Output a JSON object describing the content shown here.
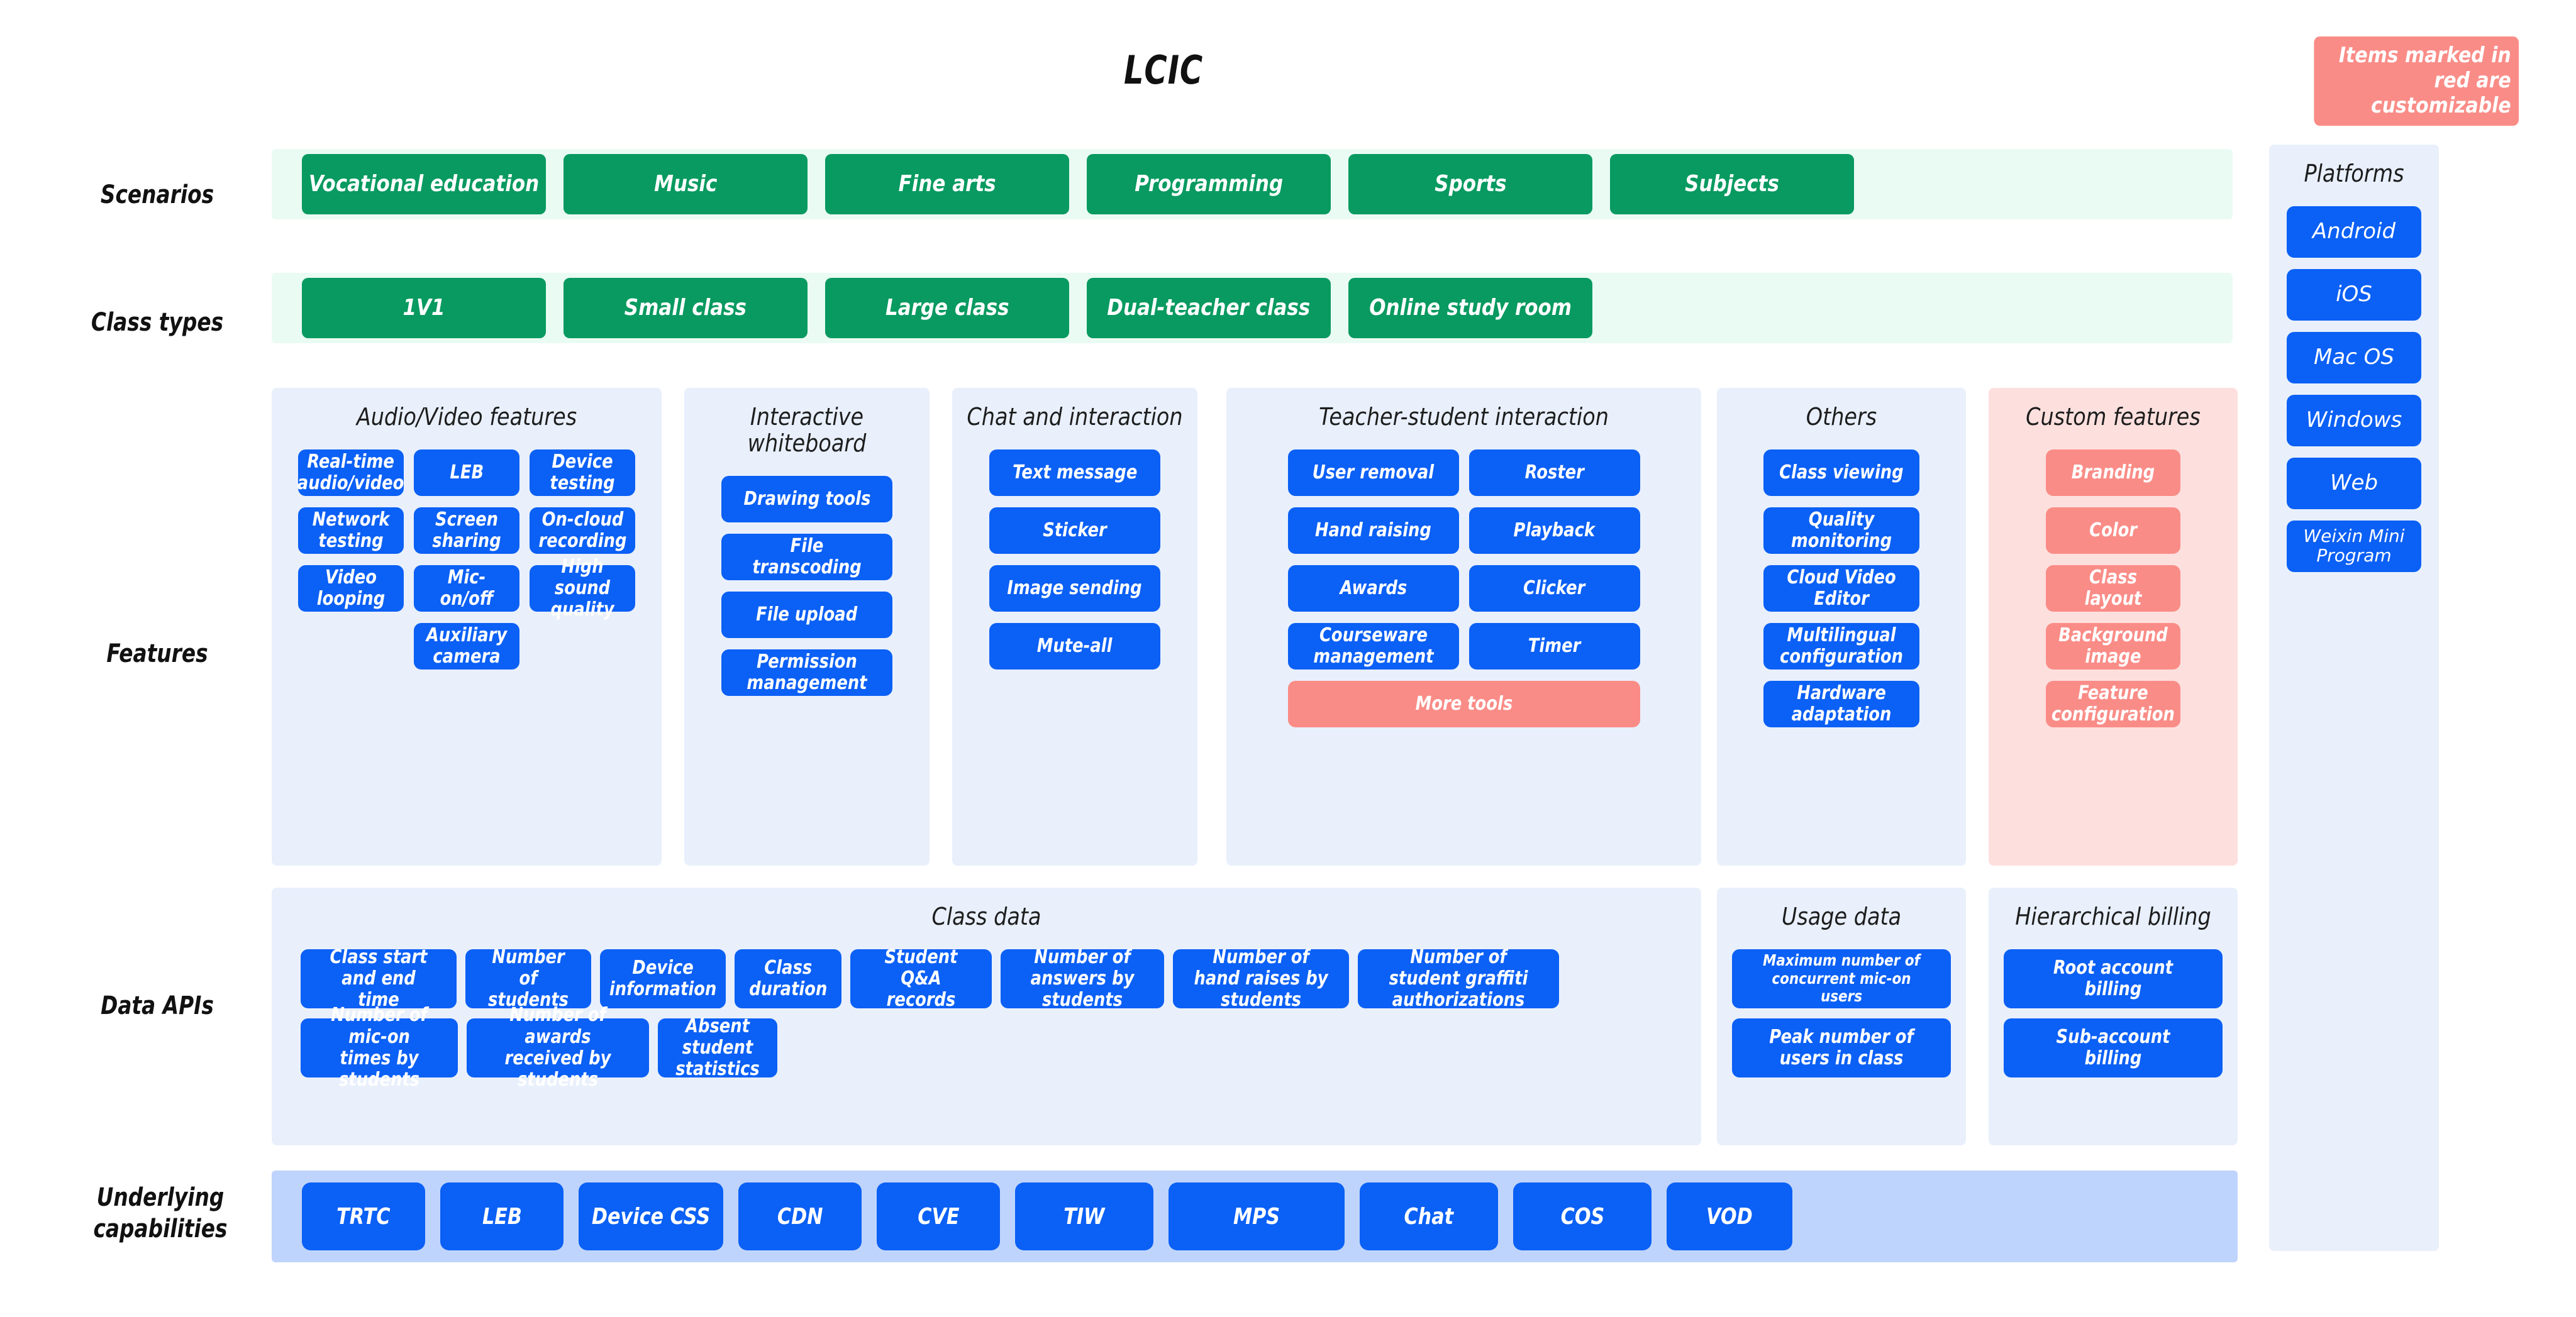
{
  "header": {
    "title": "LCIC",
    "legend_note": "Items marked in red are customizable"
  },
  "rows": {
    "scenarios_label": "Scenarios",
    "class_types_label": "Class types",
    "features_label": "Features",
    "data_apis_label": "Data APIs",
    "underlying_label": "Underlying capabilities"
  },
  "scenarios": [
    "Vocational education",
    "Music",
    "Fine arts",
    "Programming",
    "Sports",
    "Subjects"
  ],
  "class_types": [
    "1V1",
    "Small class",
    "Large class",
    "Dual-teacher class",
    "Online study room"
  ],
  "features": {
    "audio_video": {
      "title": "Audio/Video features",
      "items": [
        "Real-time audio/video",
        "LEB",
        "Device testing",
        "Network testing",
        "Screen sharing",
        "On-cloud recording",
        "Video looping",
        "Mic-on/off",
        "High sound quality",
        "Auxiliary camera"
      ]
    },
    "whiteboard": {
      "title": "Interactive whiteboard",
      "items": [
        "Drawing tools",
        "File transcoding",
        "File upload",
        "Permission management"
      ]
    },
    "chat": {
      "title": "Chat and interaction",
      "items": [
        "Text message",
        "Sticker",
        "Image sending",
        "Mute-all"
      ]
    },
    "teacher_student": {
      "title": "Teacher-student interaction",
      "items": [
        "User removal",
        "Roster",
        "Hand raising",
        "Playback",
        "Awards",
        "Clicker",
        "Courseware management",
        "Timer"
      ],
      "more_tools": "More tools"
    },
    "others": {
      "title": "Others",
      "items": [
        "Class viewing",
        "Quality monitoring",
        "Cloud Video Editor",
        "Multilingual configuration",
        "Hardware adaptation"
      ]
    },
    "custom": {
      "title": "Custom features",
      "items": [
        "Branding",
        "Color",
        "Class layout",
        "Background image",
        "Feature configuration"
      ]
    }
  },
  "data_apis": {
    "class_data": {
      "title": "Class data",
      "items": [
        "Class start and end time",
        "Number of students",
        "Device information",
        "Class duration",
        "Student Q&A records",
        "Number of answers by students",
        "Number of hand raises by students",
        "Number of student graffiti authorizations",
        "Number of mic-on times by students",
        "Number of awards received by students",
        "Absent student statistics"
      ]
    },
    "usage_data": {
      "title": "Usage data",
      "items": [
        "Maximum number of concurrent mic-on users",
        "Peak number of users in class"
      ]
    },
    "billing": {
      "title": "Hierarchical billing",
      "items": [
        "Root account billing",
        "Sub-account billing"
      ]
    }
  },
  "underlying_capabilities": [
    "TRTC",
    "LEB",
    "Device CSS",
    "CDN",
    "CVE",
    "TIW",
    "MPS",
    "Chat",
    "COS",
    "VOD"
  ],
  "platforms": {
    "title": "Platforms",
    "items": [
      "Android",
      "iOS",
      "Mac OS",
      "Windows",
      "Web",
      "Weixin Mini Program"
    ]
  },
  "colors": {
    "green": "#089A60",
    "green_band": "#EAFBF3",
    "blue": "#0B60F5",
    "blue_band": "#BFD4FC",
    "panel_blue": "#E9F0FC",
    "panel_pink": "#FDE0DE",
    "red": "#FA8C87"
  }
}
